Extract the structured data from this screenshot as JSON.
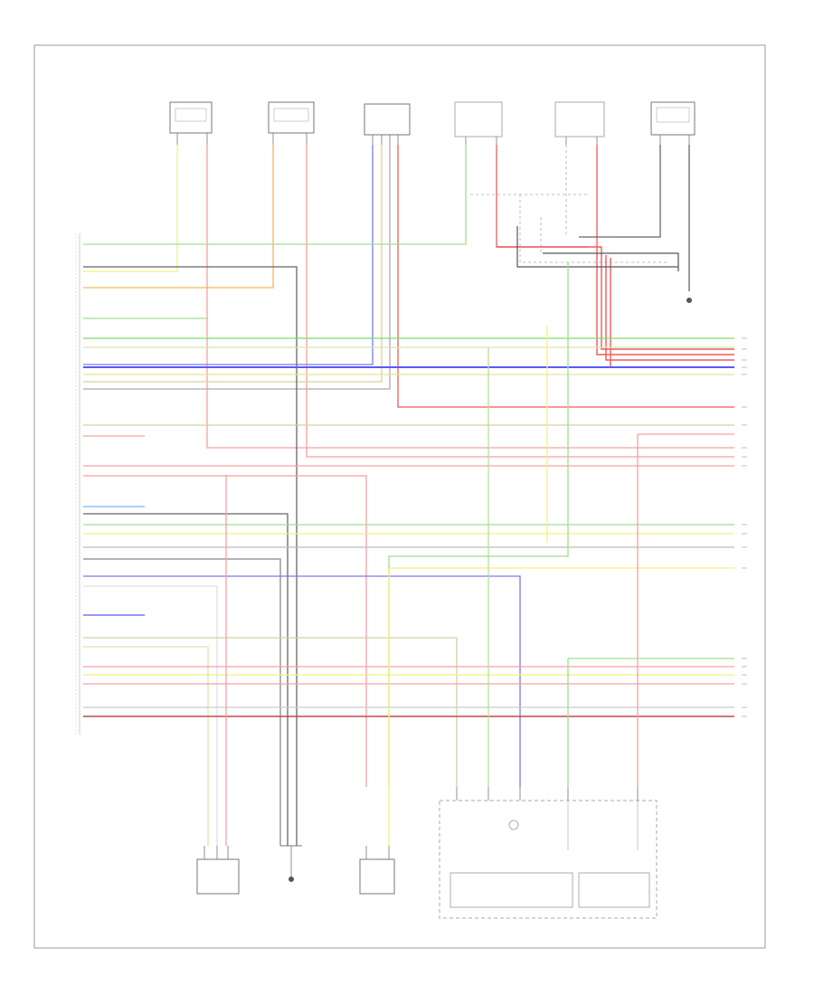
{
  "footer": {
    "code": ""
  },
  "top_components": [
    {
      "id": "c1",
      "label": "",
      "inner": ""
    },
    {
      "id": "c2",
      "label": "",
      "inner": ""
    },
    {
      "id": "c3",
      "label": "",
      "inner": ""
    },
    {
      "id": "c4",
      "label": "",
      "inner": ""
    },
    {
      "id": "c5",
      "label": "",
      "inner": ""
    },
    {
      "id": "c6",
      "label": "",
      "inner": ""
    }
  ],
  "colors": {
    "green": "#7ddc6b",
    "yellow": "#f5f07a",
    "orange": "#f7b45a",
    "red": "#f05a5a",
    "pink": "#f7a0a0",
    "blue": "#5a5af5",
    "lightblue": "#7ab8f0",
    "gray": "#8a8a8a",
    "dark": "#555555",
    "olive": "#d8d49a",
    "light": "#dadada"
  }
}
